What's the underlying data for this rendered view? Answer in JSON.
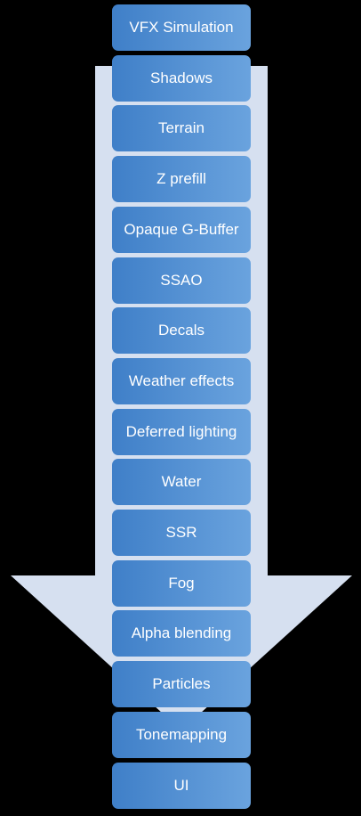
{
  "diagram": {
    "arrow_color": "#d6e0f0",
    "stage_color_left": "#3f7fc8",
    "stage_color_right": "#6aa3de",
    "stages": [
      "VFX Simulation",
      "Shadows",
      "Terrain",
      "Z prefill",
      "Opaque G-Buffer",
      "SSAO",
      "Decals",
      "Weather effects",
      "Deferred lighting",
      "Water",
      "SSR",
      "Fog",
      "Alpha blending",
      "Particles",
      "Tonemapping",
      "UI"
    ]
  }
}
